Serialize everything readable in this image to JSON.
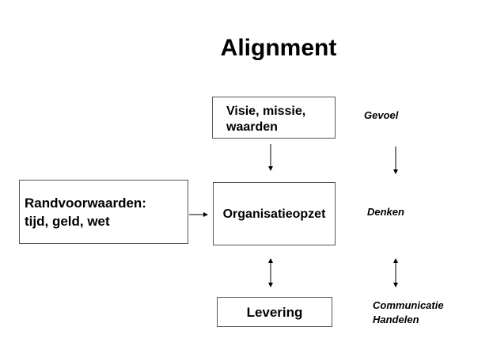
{
  "title": "Alignment",
  "boxes": {
    "visie": [
      "Visie, missie,",
      "waarden"
    ],
    "randvoorwaarden": [
      "Randvoorwaarden:",
      "tijd, geld, wet"
    ],
    "organisatie": "Organisatieopzet",
    "levering": "Levering"
  },
  "side_labels": {
    "gevoel": "Gevoel",
    "denken": "Denken",
    "communicatie": [
      "Communicatie",
      "Handelen"
    ]
  },
  "colors": {
    "border": "#555555",
    "text": "#000000",
    "background": "#ffffff"
  }
}
